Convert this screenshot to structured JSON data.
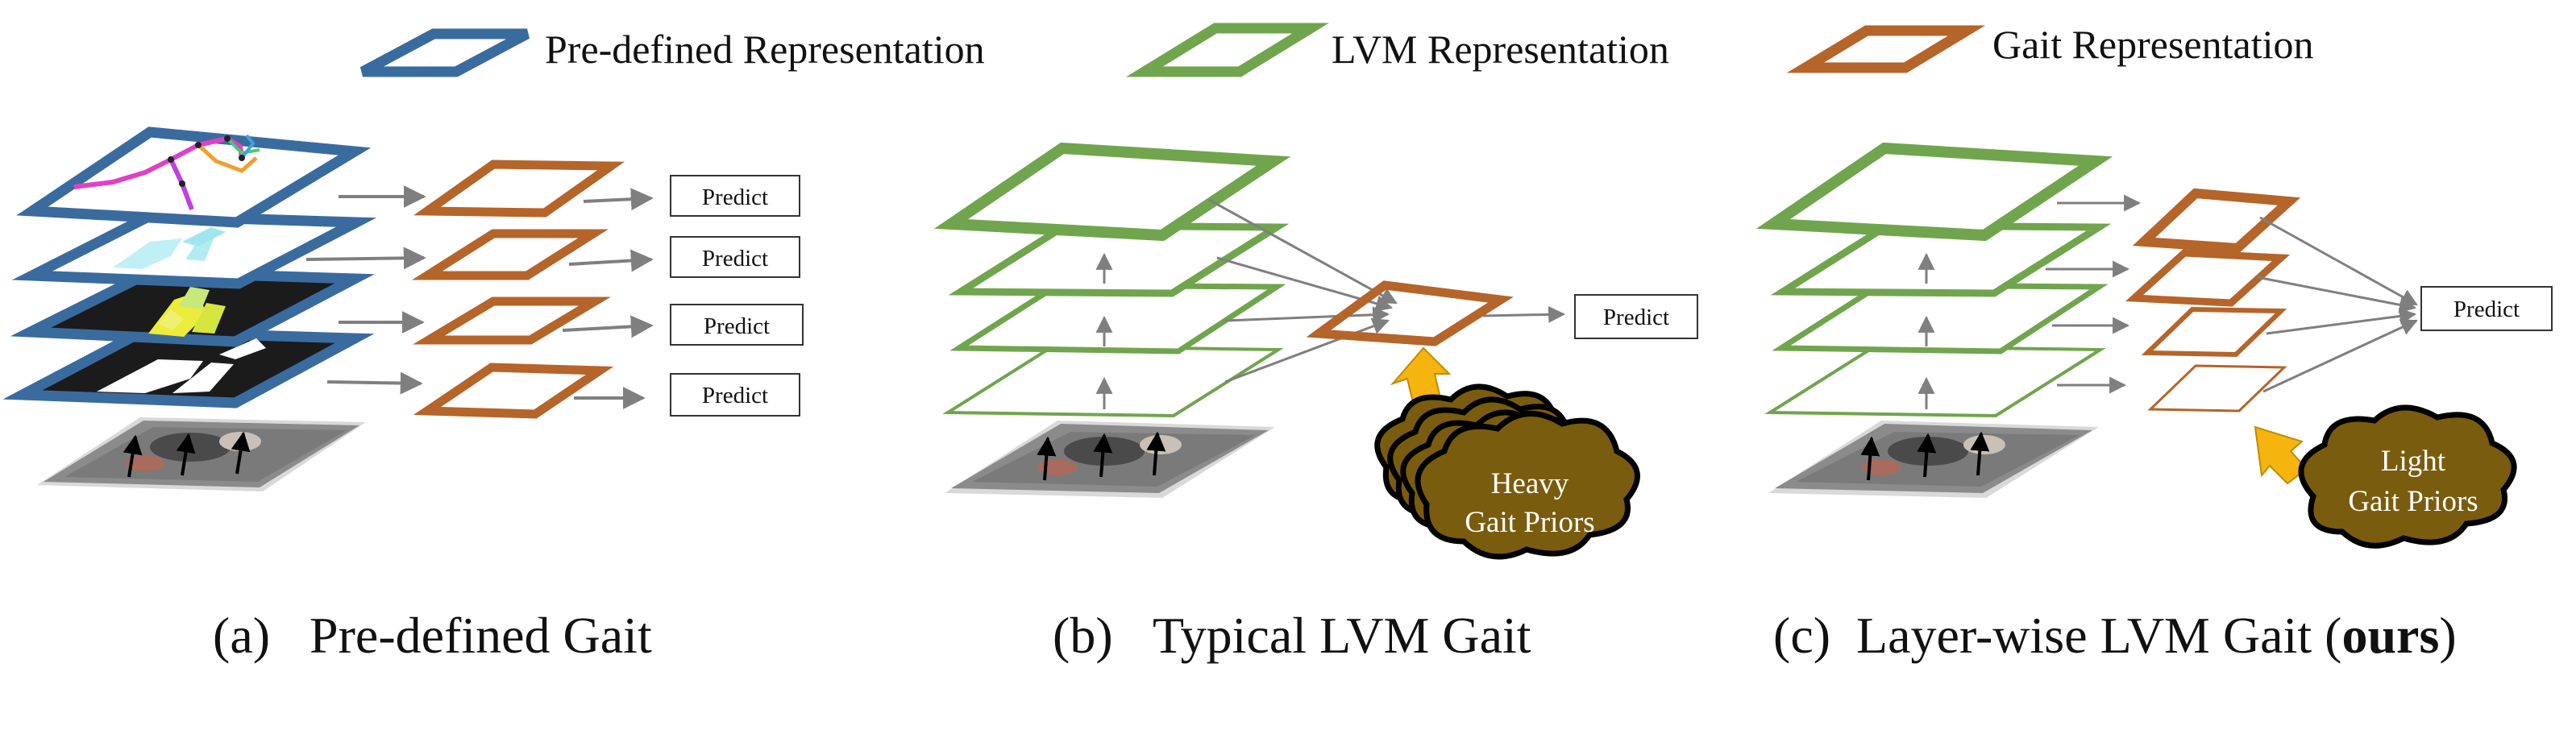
{
  "legend": [
    {
      "label": "Pre-defined Representation",
      "color": "#3A6B9F"
    },
    {
      "label": "LVM Representation",
      "color": "#70A54E"
    },
    {
      "label": "Gait Representation",
      "color": "#B5642A"
    }
  ],
  "panel_a": {
    "caption_prefix": "(a)",
    "caption_text": "Pre-defined Gait",
    "predict_labels": [
      "Predict",
      "Predict",
      "Predict",
      "Predict"
    ]
  },
  "panel_b": {
    "caption_prefix": "(b)",
    "caption_text": "Typical LVM Gait",
    "predict_label": "Predict",
    "cloud_line1": "Heavy",
    "cloud_line2": "Gait Priors"
  },
  "panel_c": {
    "caption_prefix": "(c)",
    "caption_text": "Layer-wise LVM Gait (",
    "caption_bold": "ours",
    "caption_close": ")",
    "predict_label": "Predict",
    "cloud_line1": "Light",
    "cloud_line2": "Gait Priors"
  },
  "colors": {
    "blue": "#3A6B9F",
    "green": "#70A54E",
    "brown": "#B5642A",
    "arrow": "#7F7F7F",
    "cloud_fill": "#7A5C0E",
    "prior_arrow": "#F6B40F"
  }
}
